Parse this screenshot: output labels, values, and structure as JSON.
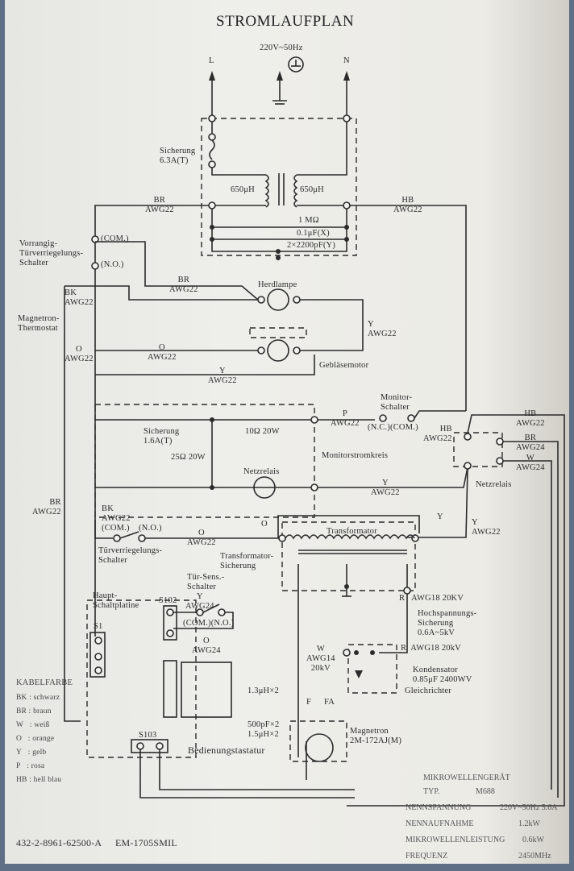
{
  "title": "STROMLAUFPLAN",
  "supply": {
    "voltage": "220V~50Hz",
    "line": "L",
    "neutral": "N"
  },
  "labels": {
    "sicherung_main": "Sicherung\n6.3A(T)",
    "choke_left": "650μH",
    "choke_right": "650μH",
    "r_1m": "1 MΩ",
    "c_x": "0.1μF(X)",
    "c_y": "2×2200pF(Y)",
    "br_awg22_top": "BR\nAWG22",
    "hb_awg22_top": "HB\nAWG22",
    "vorrangig": "Vorrangig-\nTürverriegelungs-\nSchalter",
    "com1": "(COM.)",
    "no1": "(N.O.)",
    "br_awg22_lamp": "BR\nAWG22",
    "herdlampe": "Herdlampe",
    "bk_awg22": "BK\nAWG22",
    "magnetron_thermostat": "Magnetron-\nThermostat",
    "y_awg22_right": "Y\nAWG22",
    "o_awg22_left": "O\nAWG22",
    "o_awg22_motor": "O\nAWG22",
    "geblaesemotor": "Gebläsemotor",
    "y_awg22_mid": "Y\nAWG22",
    "sicherung_16": "Sicherung\n1.6A(T)",
    "r10": "10Ω 20W",
    "r25": "25Ω 20W",
    "netzrelais_coil": "Netzrelais",
    "monitorstromkreis": "Monitorstromkreis",
    "p_awg22": "P\nAWG22",
    "monitor_schalter": "Monitor-\nSchalter",
    "nc_com": "(N.C.)(COM.)",
    "hb_awg22_relay": "HB\nAWG22",
    "hb_awg22_far": "HB\nAWG22",
    "br_awg24": "BR\nAWG24",
    "w_awg24": "W\nAWG24",
    "netzrelais_contact": "Netzrelais",
    "y_awg22_relay": "Y\nAWG22",
    "br_awg22_left": "BR\nAWG22",
    "bk_awg22_door": "BK\nAWG22",
    "com_no_door": "(COM.)    (N.O.)",
    "o_awg22_door": "O\nAWG22",
    "tuerverriegelung": "Türverriegelungs-\nSchalter",
    "o_trafo": "O",
    "y_trafo": "Y",
    "y_awg22_trafo": "Y\nAWG22",
    "transformator": "Transformator",
    "trafo_sicherung": "Transformator-\nSicherung",
    "tuer_sens": "Tür-Sens.-\nSchalter",
    "y_awg24": "Y\nAWG24",
    "com_no_sens": "(COM.)(N.O.)",
    "o_awg24": "O\nAWG24",
    "haupt": "Haupt-\nSchaltplatine",
    "s102": "S102",
    "s1": "S1",
    "s103": "S103",
    "bedienung": "Bedienungstastatur",
    "r_awg18": "R   AWG18 20KV",
    "hv_fuse": "Hochspannungs-\nSicherung\n0.6A~5kV",
    "r_awg18b": "R  AWG18 20kV",
    "kondensator": "Kondensator\n0.85μF 2400WV",
    "gleichrichter": "Gleichrichter",
    "w_awg14": "W\nAWG14\n20kV",
    "l13": "1.3μH×2",
    "f": "F",
    "fa": "FA",
    "c500": "500pF×2\n1.5μH×2",
    "magnetron": "Magnetron\n2M-172AJ(M)"
  },
  "legend": {
    "title": "KABELFARBE",
    "items": [
      {
        "code": "BK",
        "name": ": schwarz"
      },
      {
        "code": "BR",
        "name": ": braun"
      },
      {
        "code": "W",
        "name": ": weiß"
      },
      {
        "code": "O",
        "name": ": orange"
      },
      {
        "code": "Y",
        "name": ": gelb"
      },
      {
        "code": "P",
        "name": ": rosa"
      },
      {
        "code": "HB",
        "name": ": hell blau"
      }
    ]
  },
  "specs": {
    "device": "MIKROWELLENGERÄT",
    "rows": [
      {
        "k": "TYP.",
        "v": "M688"
      },
      {
        "k": "NENNSPANNUNG",
        "v": "220V~50Hz 5.6A"
      },
      {
        "k": "NENNAUFNAHME",
        "v": "1.2kW"
      },
      {
        "k": "MIKROWELLENLEISTUNG",
        "v": "0.6kW"
      },
      {
        "k": "FREQUENZ",
        "v": "2450MHz"
      }
    ]
  },
  "footer": {
    "part_no": "432-2-8961-62500-A",
    "model": "EM-1705SMIL"
  }
}
